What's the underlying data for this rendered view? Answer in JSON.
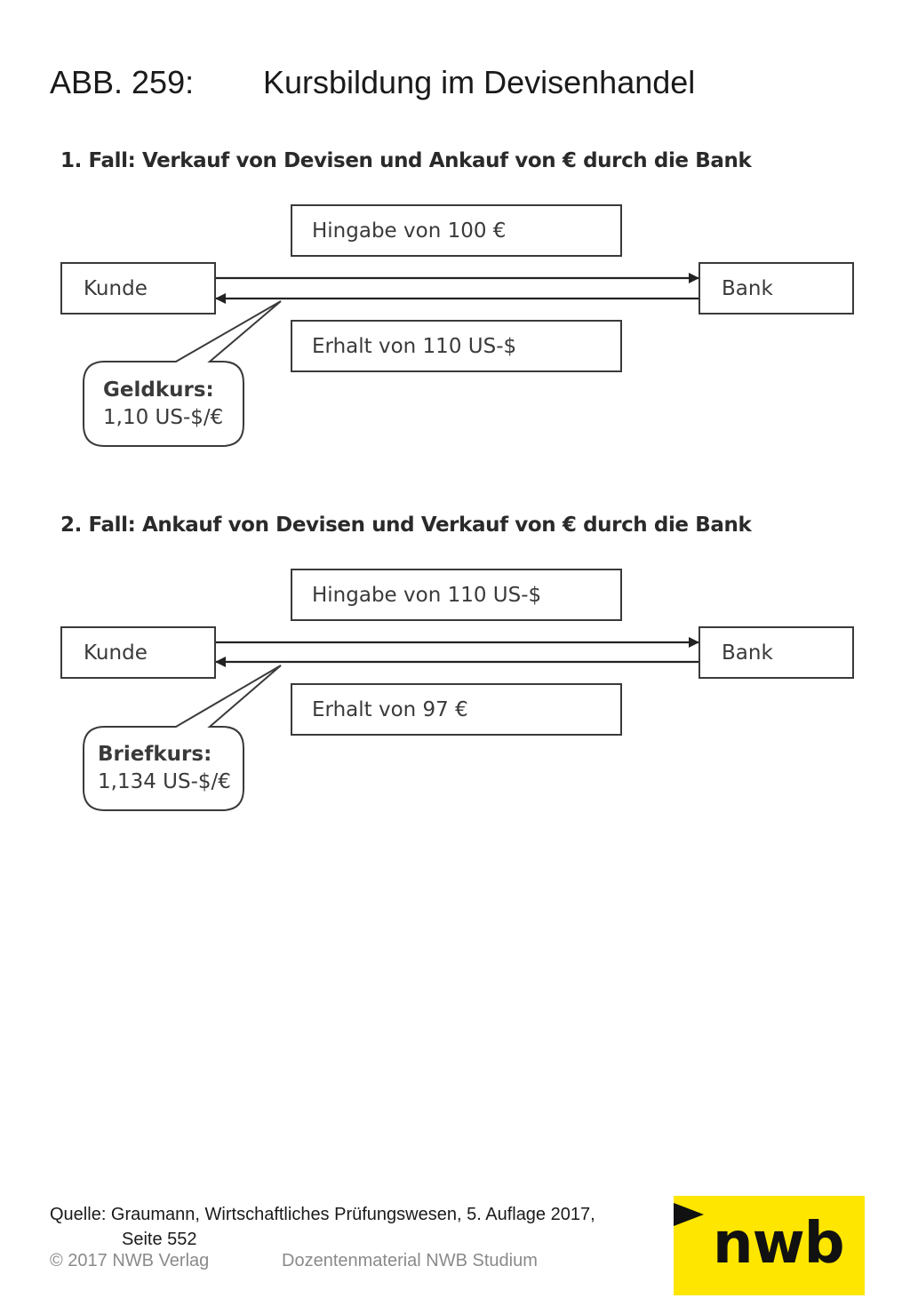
{
  "header": {
    "label": "ABB. 259:",
    "title": "Kursbildung im Devisenhandel"
  },
  "cases": [
    {
      "heading": "1. Fall: Verkauf von Devisen und Ankauf von € durch die Bank",
      "left_party": "Kunde",
      "right_party": "Bank",
      "top_flow": "Hingabe von 100 €",
      "bottom_flow": "Erhalt von 110 US-$",
      "rate_title": "Geldkurs:",
      "rate_value": "1,10 US-$/€"
    },
    {
      "heading": "2. Fall: Ankauf von Devisen und Verkauf von € durch die Bank",
      "left_party": "Kunde",
      "right_party": "Bank",
      "top_flow": "Hingabe von 110 US-$",
      "bottom_flow": "Erhalt von 97 €",
      "rate_title": "Briefkurs:",
      "rate_value": "1,134 US-$/€"
    }
  ],
  "footer": {
    "source_line1": "Quelle: Graumann, Wirtschaftliches Prüfungswesen, 5. Auflage 2017,",
    "source_line2": "Seite 552",
    "copyright": "© 2017 NWB Verlag",
    "material": "Dozentenmaterial NWB Studium"
  },
  "logo": {
    "text": "nwb",
    "background_color": "#ffe600"
  }
}
